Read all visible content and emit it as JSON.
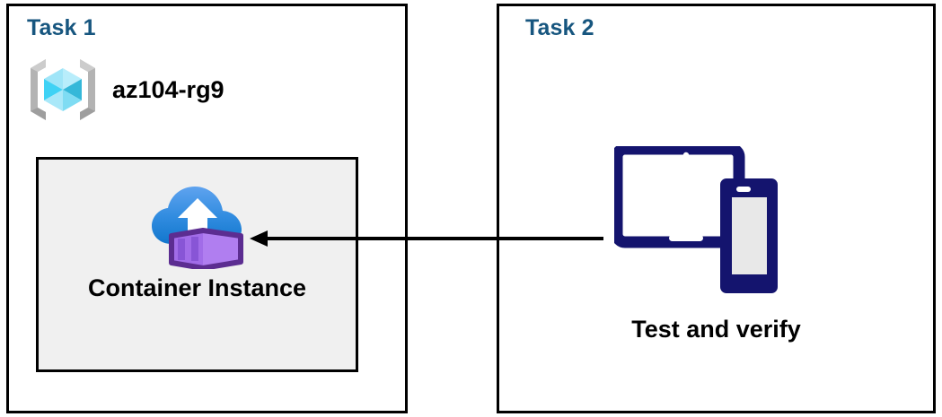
{
  "diagram": {
    "title_color": "#17567f",
    "arrow_color": "#000000",
    "panels": [
      {
        "id": "task1",
        "title": "Task 1",
        "resource_group": {
          "icon": "azure-resource-group-icon",
          "label": "az104-rg9"
        },
        "inner": {
          "icon": "azure-container-instance-icon",
          "label": "Container Instance",
          "background": "#f0f0f0"
        }
      },
      {
        "id": "task2",
        "title": "Task 2",
        "device": {
          "icon": "tablet-and-phone-icon",
          "label": "Test and verify",
          "color": "#14146e"
        }
      }
    ],
    "connector": {
      "name": "test-to-container-arrow",
      "direction": "left",
      "from": "Test and verify",
      "to": "Container Instance"
    }
  }
}
